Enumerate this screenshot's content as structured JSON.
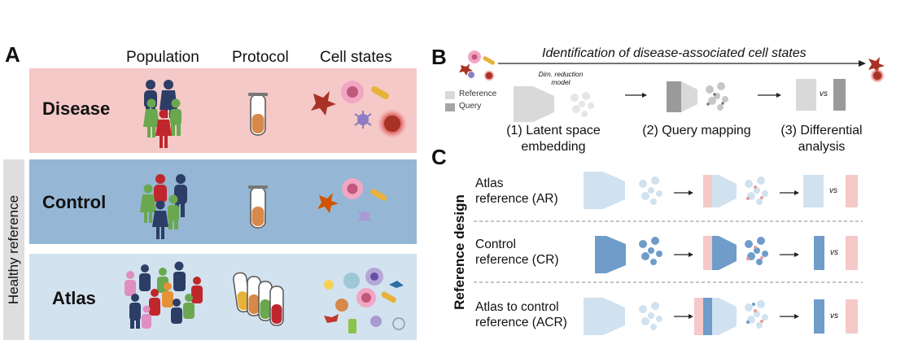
{
  "panel_a": {
    "letter": "A",
    "headers": [
      "Population",
      "Protocol",
      "Cell states"
    ],
    "rows": [
      "Disease",
      "Control",
      "Atlas"
    ],
    "side_label": "Healthy reference",
    "colors": {
      "disease": "#f4c9c8",
      "control": "#95b7d5",
      "atlas": "#d2e2ef",
      "side": "#dedede"
    }
  },
  "panel_b": {
    "letter": "B",
    "title": "Identification of disease-associated cell states",
    "legend": [
      "Reference",
      "Query"
    ],
    "model_label_line1": "Dim. reduction",
    "model_label_line2": "model",
    "steps": [
      {
        "line1": "(1) Latent space",
        "line2": "embedding"
      },
      {
        "line1": "(2) Query mapping",
        "line2": ""
      },
      {
        "line1": "(3) Differential",
        "line2": "analysis"
      }
    ],
    "vs": "vs"
  },
  "panel_c": {
    "letter": "C",
    "side_label": "Reference design",
    "rows": [
      {
        "line1": "Atlas",
        "line2": "reference (AR)"
      },
      {
        "line1": "Control",
        "line2": "reference (CR)"
      },
      {
        "line1": "Atlas to control",
        "line2": "reference (ACR)"
      }
    ],
    "vs": "vs"
  }
}
